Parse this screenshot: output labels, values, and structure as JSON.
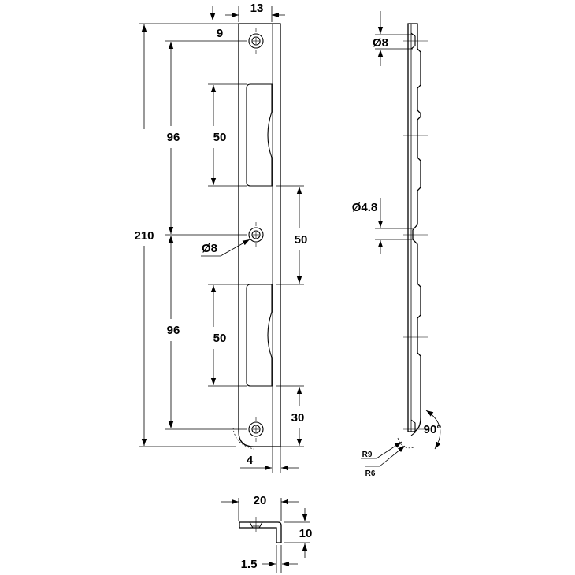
{
  "labels": {
    "width_13": "13",
    "edge_9": "9",
    "pitch_top_96": "96",
    "slot_top_50": "50",
    "total_210": "210",
    "hole_dia_front": "Ø8",
    "mid_50": "50",
    "pitch_bottom_96": "96",
    "slot_bottom_50": "50",
    "bottom_30": "30",
    "thickness_4": "4",
    "side_hole_top": "Ø8",
    "side_hole_mid": "Ø4.8",
    "angle_90": "90°",
    "radius_r9": "R9",
    "radius_r6": "R6",
    "angle_width_20": "20",
    "angle_height_10": "10",
    "angle_thickness_1_5": "1.5"
  },
  "colors": {
    "line": "#000000",
    "background": "#ffffff"
  }
}
